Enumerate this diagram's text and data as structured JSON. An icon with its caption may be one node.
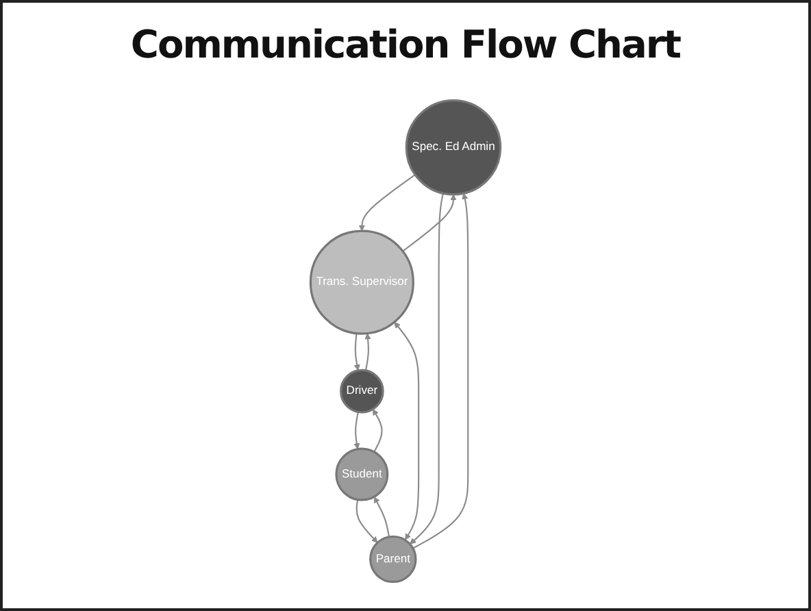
{
  "diagram": {
    "title": "Communication Flow Chart",
    "nodes": [
      {
        "text": [
          "Spec. Ed Admin"
        ]
      },
      {
        "text": [
          "Trans. Supervisor"
        ]
      },
      {
        "text": [
          "Driver"
        ]
      },
      {
        "text": [
          "Student"
        ]
      },
      {
        "text": [
          "Parent"
        ]
      }
    ],
    "edges": [
      {
        "from": 0,
        "to": 1,
        "arrow": "to"
      },
      {
        "from": 1,
        "to": 0,
        "arrow": "to"
      },
      {
        "from": 1,
        "to": 2,
        "arrow": "to"
      },
      {
        "from": 2,
        "to": 1,
        "arrow": "to"
      },
      {
        "from": 2,
        "to": 3,
        "arrow": "to"
      },
      {
        "from": 3,
        "to": 2,
        "arrow": "to"
      },
      {
        "from": 3,
        "to": 4,
        "arrow": "to"
      },
      {
        "from": 4,
        "to": 3,
        "arrow": "to"
      },
      {
        "from": 4,
        "to": 0,
        "arrow": "to"
      },
      {
        "from": 0,
        "to": 4,
        "arrow": "to"
      },
      {
        "from": 4,
        "to": 1,
        "arrow": "both"
      }
    ]
  }
}
